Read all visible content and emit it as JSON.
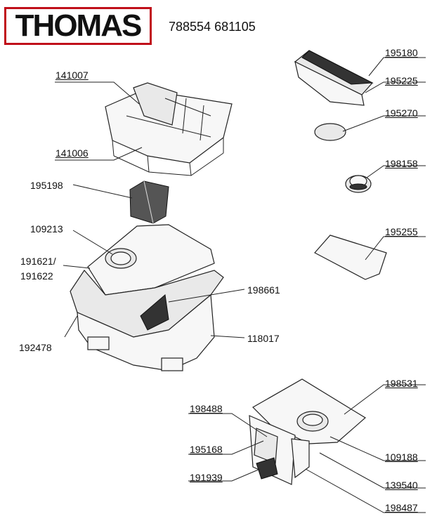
{
  "header": {
    "brand": "THOMAS",
    "doc_code": "788554 681105"
  },
  "parts": [
    {
      "id": "p141007",
      "label": "141007"
    },
    {
      "id": "p141006",
      "label": "141006"
    },
    {
      "id": "p195198",
      "label": "195198"
    },
    {
      "id": "p109213",
      "label": "109213"
    },
    {
      "id": "p191621",
      "label": "191621/"
    },
    {
      "id": "p191622",
      "label": "191622"
    },
    {
      "id": "p192478",
      "label": "192478"
    },
    {
      "id": "p198661",
      "label": "198661"
    },
    {
      "id": "p118017",
      "label": "118017"
    },
    {
      "id": "p195180",
      "label": "195180"
    },
    {
      "id": "p195225",
      "label": "195225"
    },
    {
      "id": "p195270",
      "label": "195270"
    },
    {
      "id": "p198158",
      "label": "198158"
    },
    {
      "id": "p195255",
      "label": "195255"
    },
    {
      "id": "p198531",
      "label": "198531"
    },
    {
      "id": "p198488",
      "label": "198488"
    },
    {
      "id": "p195168",
      "label": "195168"
    },
    {
      "id": "p191939",
      "label": "191939"
    },
    {
      "id": "p109188",
      "label": "109188"
    },
    {
      "id": "p139540",
      "label": "139540"
    },
    {
      "id": "p198487",
      "label": "198487"
    }
  ]
}
